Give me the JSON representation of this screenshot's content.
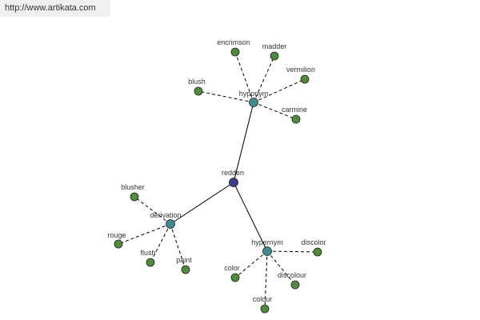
{
  "header": {
    "url": "http://www.artikata.com"
  },
  "colors": {
    "root_node": "#3a3f8a",
    "relation_node": "#3f8b8d",
    "leaf_node": "#4f8a3d",
    "node_outline": "#222222",
    "edge": "#000000"
  },
  "graph": {
    "nodes": [
      {
        "id": "redden",
        "label": "redden",
        "kind": "root"
      },
      {
        "id": "hyponym",
        "label": "hyponym",
        "kind": "relation"
      },
      {
        "id": "derivation",
        "label": "derivation",
        "kind": "relation"
      },
      {
        "id": "hypernym",
        "label": "hypernym",
        "kind": "relation"
      },
      {
        "id": "encrimson",
        "label": "encrimson",
        "kind": "leaf"
      },
      {
        "id": "madder",
        "label": "madder",
        "kind": "leaf"
      },
      {
        "id": "vermilion",
        "label": "vermilion",
        "kind": "leaf"
      },
      {
        "id": "blush",
        "label": "blush",
        "kind": "leaf"
      },
      {
        "id": "carmine",
        "label": "carmine",
        "kind": "leaf"
      },
      {
        "id": "blusher",
        "label": "blusher",
        "kind": "leaf"
      },
      {
        "id": "rouge",
        "label": "rouge",
        "kind": "leaf"
      },
      {
        "id": "flush",
        "label": "flush",
        "kind": "leaf"
      },
      {
        "id": "paint",
        "label": "paint",
        "kind": "leaf"
      },
      {
        "id": "discolor",
        "label": "discolor",
        "kind": "leaf"
      },
      {
        "id": "discolour",
        "label": "discolour",
        "kind": "leaf"
      },
      {
        "id": "color",
        "label": "color",
        "kind": "leaf"
      },
      {
        "id": "colour",
        "label": "colour",
        "kind": "leaf"
      }
    ],
    "edges": [
      {
        "from": "redden",
        "to": "hyponym",
        "style": "solid"
      },
      {
        "from": "redden",
        "to": "derivation",
        "style": "solid"
      },
      {
        "from": "redden",
        "to": "hypernym",
        "style": "solid"
      },
      {
        "from": "hyponym",
        "to": "encrimson",
        "style": "dashed"
      },
      {
        "from": "hyponym",
        "to": "madder",
        "style": "dashed"
      },
      {
        "from": "hyponym",
        "to": "vermilion",
        "style": "dashed"
      },
      {
        "from": "hyponym",
        "to": "blush",
        "style": "dashed"
      },
      {
        "from": "hyponym",
        "to": "carmine",
        "style": "dashed"
      },
      {
        "from": "derivation",
        "to": "blusher",
        "style": "dashed"
      },
      {
        "from": "derivation",
        "to": "rouge",
        "style": "dashed"
      },
      {
        "from": "derivation",
        "to": "flush",
        "style": "dashed"
      },
      {
        "from": "derivation",
        "to": "paint",
        "style": "dashed"
      },
      {
        "from": "hypernym",
        "to": "discolor",
        "style": "dashed"
      },
      {
        "from": "hypernym",
        "to": "discolour",
        "style": "dashed"
      },
      {
        "from": "hypernym",
        "to": "color",
        "style": "dashed"
      },
      {
        "from": "hypernym",
        "to": "colour",
        "style": "dashed"
      }
    ]
  }
}
